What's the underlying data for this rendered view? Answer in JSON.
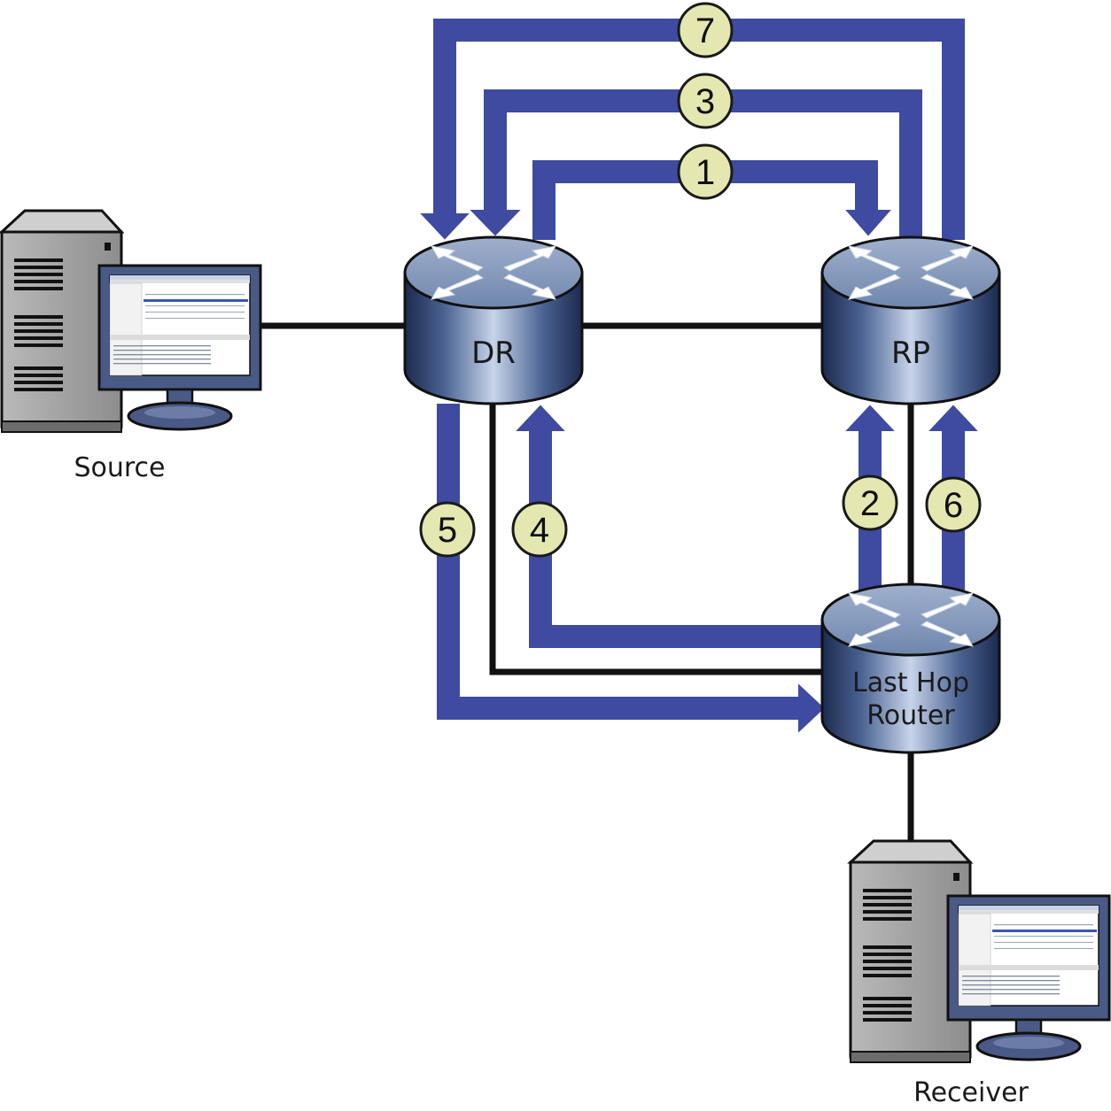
{
  "colors": {
    "flow": "#3f4ba0",
    "link": "#111111",
    "badge_fill": "#e4e8b0",
    "badge_stroke": "#1a1a1a"
  },
  "nodes": {
    "dr": {
      "label": "DR",
      "icon": "router-icon"
    },
    "rp": {
      "label": "RP",
      "icon": "router-icon"
    },
    "last_hop": {
      "label_line1": "Last Hop",
      "label_line2": "Router",
      "icon": "router-icon"
    },
    "source": {
      "label": "Source",
      "icon": "server-workstation-icon"
    },
    "receiver": {
      "label": "Receiver",
      "icon": "server-workstation-icon"
    }
  },
  "steps": [
    {
      "id": "1",
      "label": "1",
      "from": "DR",
      "to": "RP"
    },
    {
      "id": "2",
      "label": "2",
      "from": "Last Hop Router",
      "to": "RP"
    },
    {
      "id": "3",
      "label": "3",
      "from": "RP",
      "to": "DR"
    },
    {
      "id": "4",
      "label": "4",
      "from": "Last Hop Router",
      "to": "DR"
    },
    {
      "id": "5",
      "label": "5",
      "from": "DR",
      "to": "Last Hop Router"
    },
    {
      "id": "6",
      "label": "6",
      "from": "Last Hop Router",
      "to": "RP"
    },
    {
      "id": "7",
      "label": "7",
      "from": "RP",
      "to": "DR"
    }
  ]
}
